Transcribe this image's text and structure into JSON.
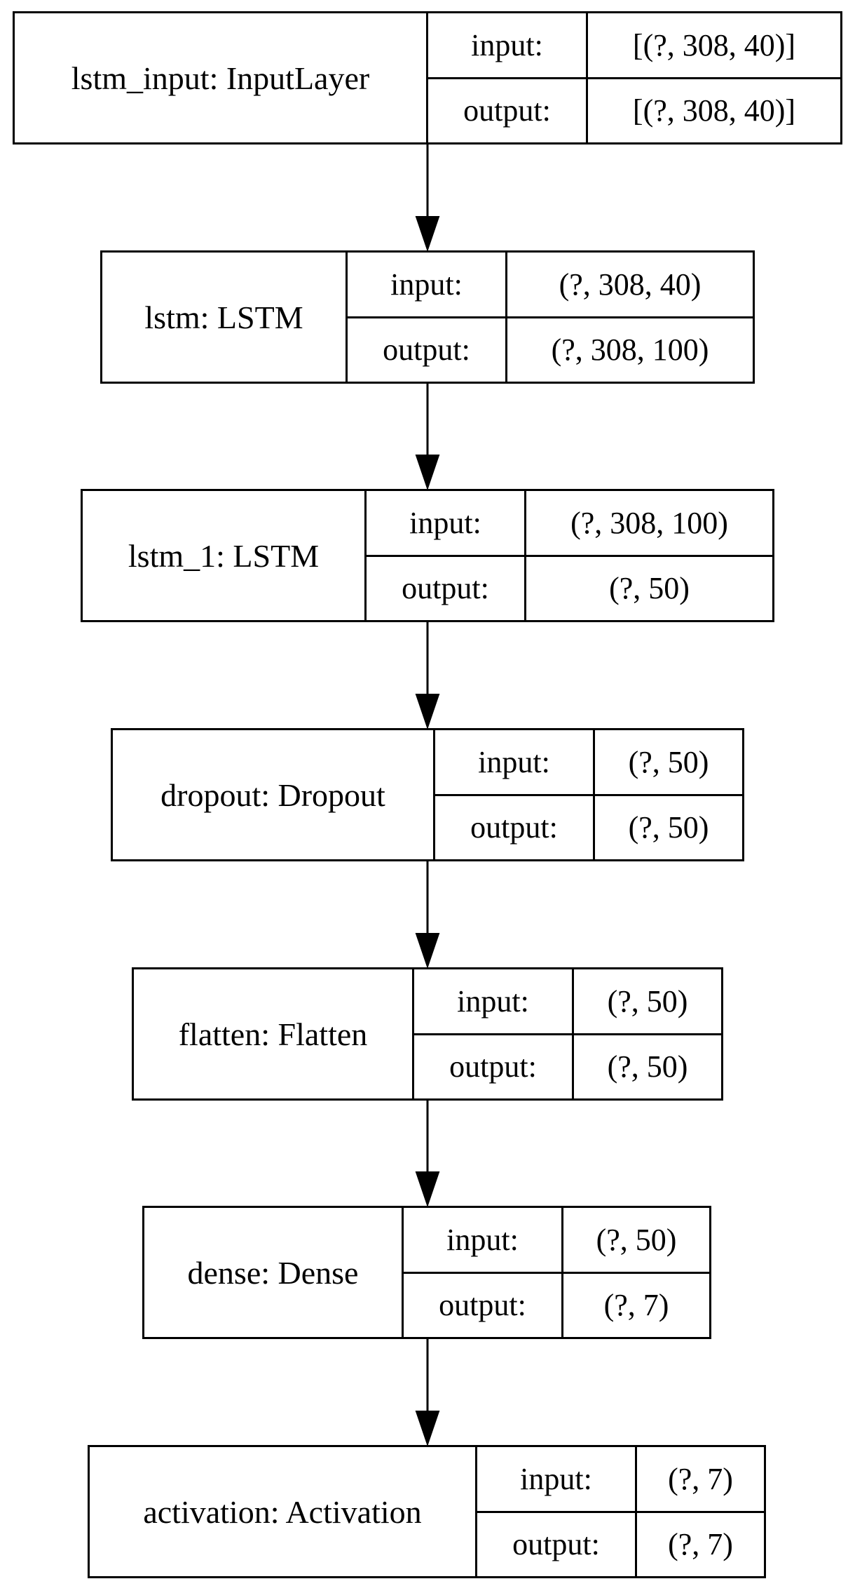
{
  "layers": [
    {
      "name": "lstm_input: InputLayer",
      "input_label": "input:",
      "input_value": "[(?, 308, 40)]",
      "output_label": "output:",
      "output_value": "[(?, 308, 40)]"
    },
    {
      "name": "lstm: LSTM",
      "input_label": "input:",
      "input_value": "(?, 308, 40)",
      "output_label": "output:",
      "output_value": "(?, 308, 100)"
    },
    {
      "name": "lstm_1: LSTM",
      "input_label": "input:",
      "input_value": "(?, 308, 100)",
      "output_label": "output:",
      "output_value": "(?, 50)"
    },
    {
      "name": "dropout: Dropout",
      "input_label": "input:",
      "input_value": "(?, 50)",
      "output_label": "output:",
      "output_value": "(?, 50)"
    },
    {
      "name": "flatten: Flatten",
      "input_label": "input:",
      "input_value": "(?, 50)",
      "output_label": "output:",
      "output_value": "(?, 50)"
    },
    {
      "name": "dense: Dense",
      "input_label": "input:",
      "input_value": "(?, 50)",
      "output_label": "output:",
      "output_value": "(?, 7)"
    },
    {
      "name": "activation: Activation",
      "input_label": "input:",
      "input_value": "(?, 7)",
      "output_label": "output:",
      "output_value": "(?, 7)"
    }
  ]
}
